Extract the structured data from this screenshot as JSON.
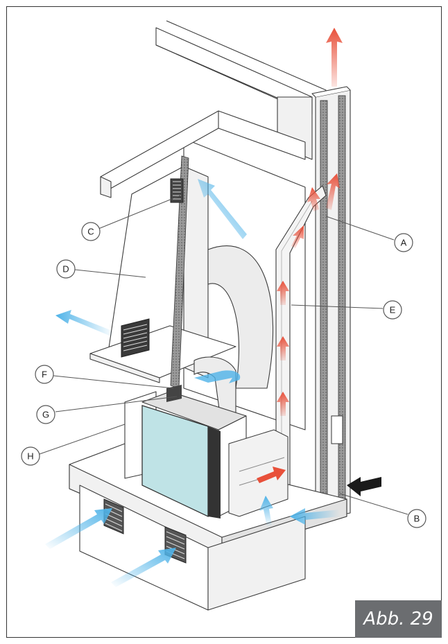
{
  "figure": {
    "label": "Abb. 29"
  },
  "callouts": {
    "A": "A",
    "B": "B",
    "C": "C",
    "D": "D",
    "E": "E",
    "F": "F",
    "G": "G",
    "H": "H"
  },
  "colors": {
    "cold_air": "#4fb3e8",
    "warm_air": "#e8503a",
    "glass": "#bfe3e6",
    "inlet_arrow": "#1a1a1a",
    "label_box": "#6b6d70"
  }
}
